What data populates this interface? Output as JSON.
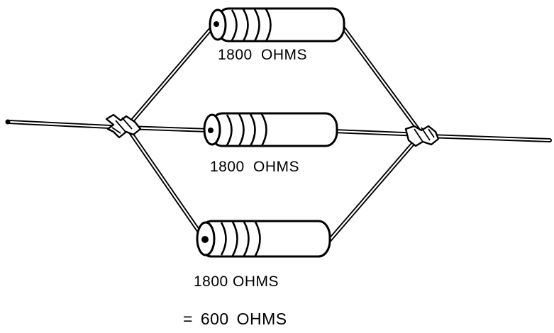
{
  "resistors": [
    {
      "label": "1800  OHMS"
    },
    {
      "label": "1800  OHMS"
    },
    {
      "label": "1800 OHMS"
    }
  ],
  "result": "=  600  OHMS"
}
